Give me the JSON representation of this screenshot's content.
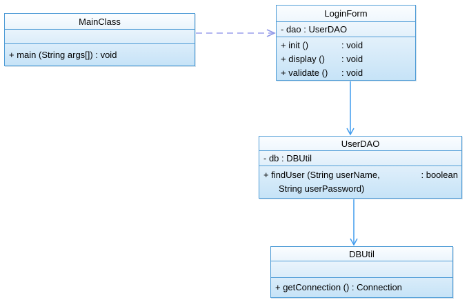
{
  "diagram": {
    "type": "uml-class-diagram",
    "classes": [
      {
        "name": "MainClass",
        "attributes": [],
        "methods": [
          {
            "label": "+ main (String args[]) : void",
            "type": ""
          }
        ]
      },
      {
        "name": "LoginForm",
        "attributes": [
          {
            "label": "- dao : UserDAO"
          }
        ],
        "methods": [
          {
            "label": "+ init ()",
            "type": ": void"
          },
          {
            "label": "+ display ()",
            "type": ": void"
          },
          {
            "label": "+ validate ()",
            "type": ": void"
          }
        ]
      },
      {
        "name": "UserDAO",
        "attributes": [
          {
            "label": "- db : DBUtil"
          }
        ],
        "methods": [
          {
            "label": "+ findUser (String userName,",
            "type": ": boolean"
          },
          {
            "label": "String userPassword)",
            "type": ""
          }
        ]
      },
      {
        "name": "DBUtil",
        "attributes": [],
        "methods": [
          {
            "label": "+ getConnection () : Connection",
            "type": ""
          }
        ]
      }
    ],
    "relations": [
      {
        "from": "MainClass",
        "to": "LoginForm",
        "kind": "dependency",
        "line_style": "dashed",
        "arrowhead": "open"
      },
      {
        "from": "LoginForm",
        "to": "UserDAO",
        "kind": "directed-association",
        "line_style": "solid",
        "arrowhead": "open"
      },
      {
        "from": "UserDAO",
        "to": "DBUtil",
        "kind": "directed-association",
        "line_style": "solid",
        "arrowhead": "open"
      }
    ],
    "colors": {
      "background": "#ffffff",
      "box_border": "#4d9bd6",
      "box_fill_top": "#fbfdff",
      "box_fill_bottom": "#c6e3f7",
      "solid_arrow": "#3f9bee",
      "dashed_arrow": "#b2b6f0",
      "dashed_arrowhead": "#8f97e6",
      "text": "#000000"
    }
  }
}
